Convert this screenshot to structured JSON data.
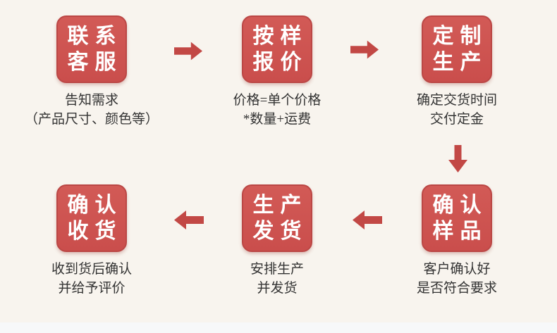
{
  "diagram": {
    "description": "custom-order process flow",
    "steps": [
      {
        "title_lines": [
          "联系",
          "客服"
        ],
        "caption_lines": [
          "告知需求",
          "（产品尺寸、颜色等）"
        ]
      },
      {
        "title_lines": [
          "按样",
          "报价"
        ],
        "caption_lines": [
          "价格=单个价格",
          "*数量+运费"
        ]
      },
      {
        "title_lines": [
          "定制",
          "生产"
        ],
        "caption_lines": [
          "确定交货时间",
          "交付定金"
        ]
      },
      {
        "title_lines": [
          "确认",
          "样品"
        ],
        "caption_lines": [
          "客户确认好",
          "是否符合要求"
        ]
      },
      {
        "title_lines": [
          "生产",
          "发货"
        ],
        "caption_lines": [
          "安排生产",
          "并发货"
        ]
      },
      {
        "title_lines": [
          "确认",
          "收货"
        ],
        "caption_lines": [
          "收到货后确认",
          "并给予评价"
        ]
      }
    ],
    "arrows": [
      {
        "icon": "arrow-right-icon",
        "direction": "right",
        "from_step": 1,
        "to_step": 2
      },
      {
        "icon": "arrow-right-icon",
        "direction": "right",
        "from_step": 2,
        "to_step": 3
      },
      {
        "icon": "arrow-down-icon",
        "direction": "down",
        "from_step": 3,
        "to_step": 4
      },
      {
        "icon": "arrow-left-icon",
        "direction": "left",
        "from_step": 4,
        "to_step": 5
      },
      {
        "icon": "arrow-left-icon",
        "direction": "left",
        "from_step": 5,
        "to_step": 6
      }
    ],
    "colors": {
      "page_background": "#f8f4ee",
      "footer_strip": "#f7f8f9",
      "box_fill_top": "#d25a56",
      "box_fill_bottom": "#ca4e4c",
      "box_border": "#bb4745",
      "box_text": "#ffffff",
      "arrow": "#c24845",
      "caption_text": "#333333"
    }
  }
}
